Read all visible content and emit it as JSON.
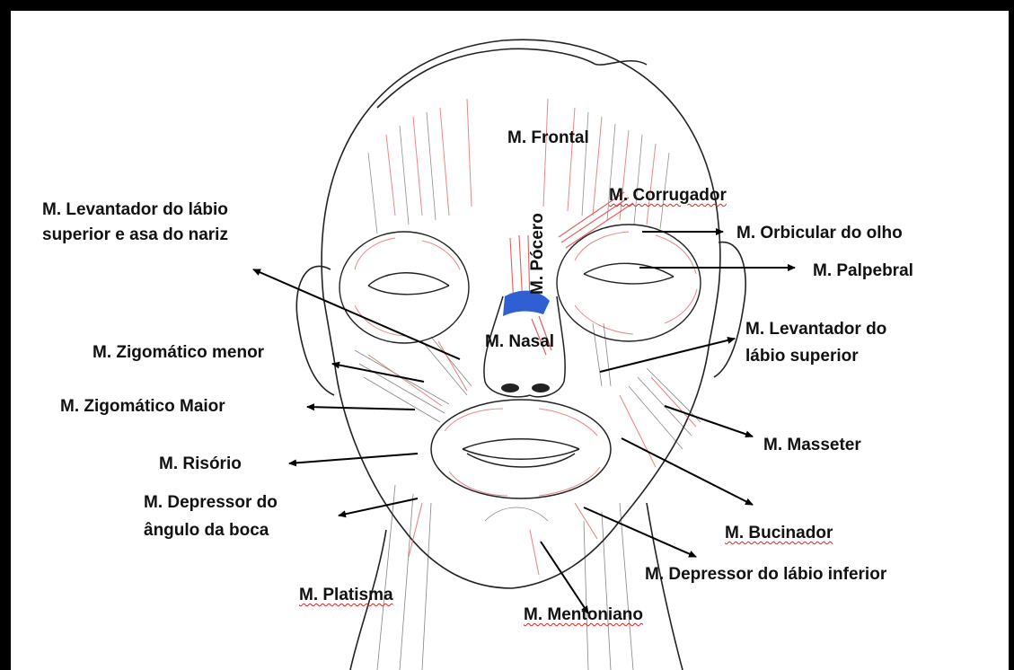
{
  "figure": {
    "labels": {
      "frontal": "M. Frontal",
      "corrugador": "M. Corrugador",
      "procero": "M. Pócero",
      "levantador_labio_asa_1": "M. Levantador do lábio",
      "levantador_labio_asa_2": "superior e asa do nariz",
      "orbicular_olho": "M. Orbicular do olho",
      "palpebral": "M. Palpebral",
      "nasal": "M. Nasal",
      "levantador_labio_sup_1": "M. Levantador do",
      "levantador_labio_sup_2": "lábio superior",
      "zigomatico_menor": "M. Zigomático menor",
      "zigomatico_maior": "M. Zigomático Maior",
      "masseter": "M. Masseter",
      "risorio": "M. Risório",
      "depressor_angulo_1": "M. Depressor do",
      "depressor_angulo_2": "ângulo da boca",
      "bucinador": "M. Bucinador",
      "depressor_labio_inf": "M. Depressor do lábio inferior",
      "platisma": "M. Platisma",
      "mentoniano": "M. Mentoniano"
    },
    "colors": {
      "outline": "#222222",
      "muscle_fiber": "#e06060",
      "nasal_highlight": "#2f5fd0",
      "arrow": "#000000",
      "frame": "#000000"
    }
  }
}
